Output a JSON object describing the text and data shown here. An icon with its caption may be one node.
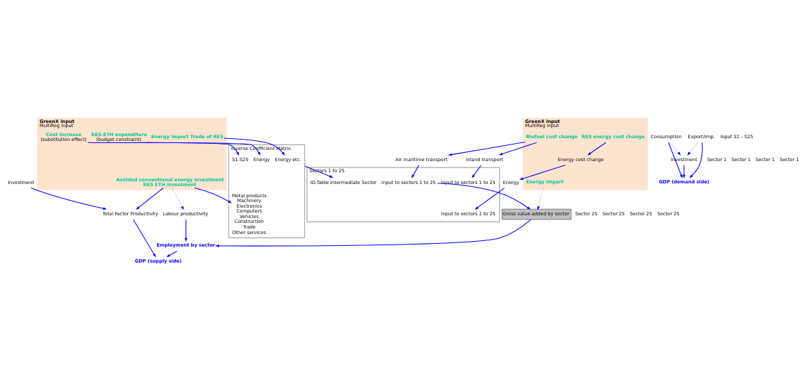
{
  "diagram": {
    "nodes": [
      {
        "text": [
          "GreenX input",
          "MultiReg input"
        ]
      },
      {
        "text": [
          "RES energy cost change"
        ],
        "in": 0
      },
      {
        "text": [
          "Energy cost change"
        ],
        "in": 0
      },
      {
        "text": [
          "Biofuel cost change"
        ],
        "in": 0
      },
      {
        "text": [
          "Energy import"
        ],
        "in": 0
      },
      {
        "text": [
          "Sectors 1 to 25"
        ]
      },
      {
        "text": [
          "IO-Table Intermediate Sector"
        ],
        "in": 5
      },
      {
        "text": [
          "Energy"
        ]
      },
      {
        "text": [
          "Inland transport"
        ]
      },
      {
        "text": [
          "Air maritime transport"
        ]
      },
      {
        "text": [
          "input to sectors 1 to 25"
        ],
        "in": 5
      },
      {
        "text": [
          "input to sectors 1 to 25"
        ],
        "in": 5
      },
      {
        "text": [
          "input to sectors 1 to 25"
        ],
        "in": 5
      },
      {
        "text": [
          "Gross value-added by sector"
        ]
      },
      {
        "text": [
          "Inverse Coefficient Matrix."
        ]
      },
      {
        "text": [
          "Energy etc."
        ],
        "in": 14
      },
      {
        "text": [
          "Energy"
        ],
        "in": 14
      },
      {
        "text": [
          "S1-S25"
        ],
        "in": 14
      },
      {
        "text": [
          "Metal products",
          "Machinery",
          "Electronics",
          "Computers",
          "Vehicles",
          "Construction",
          "Trade",
          "Other services"
        ],
        "in": 14
      },
      {
        "text": [
          "Consumption"
        ]
      },
      {
        "text": [
          "Investment"
        ]
      },
      {
        "text": [
          "Export/Imp."
        ]
      },
      {
        "text": [
          "GDP (demand side)"
        ]
      },
      {
        "text": [
          "GreenX input",
          "MultiReg input"
        ]
      },
      {
        "text": [
          "Energy import Trade of RES"
        ],
        "in": 23
      },
      {
        "text": [
          "RES-ETH expenditure",
          "(budget constraint)"
        ],
        "in": 23
      },
      {
        "text": [
          "Cost increase",
          "(substitution effect)"
        ],
        "in": 23
      },
      {
        "text": [
          "Avoided conventional energy investment",
          "RES ETH investment"
        ],
        "in": 23
      },
      {
        "text": [
          "Investment"
        ]
      },
      {
        "text": [
          "Total Factor Productivity"
        ]
      },
      {
        "text": [
          "Labour productivity"
        ]
      },
      {
        "text": [
          "Employment by sector"
        ]
      },
      {
        "text": [
          "GDP (supply side)"
        ]
      }
    ],
    "edges": [
      {
        "from": 1,
        "to": 2,
        "arrow": "to"
      },
      {
        "from": 2,
        "to": 7,
        "arrow": "to"
      },
      {
        "from": 3,
        "to": 8,
        "arrow": "to"
      },
      {
        "from": 3,
        "to": 9,
        "arrow": "to"
      },
      {
        "from": 7,
        "to": 10,
        "arrow": "to"
      },
      {
        "from": 8,
        "to": 11,
        "arrow": "to"
      },
      {
        "from": 9,
        "to": 12,
        "arrow": "to"
      },
      {
        "from": 12,
        "to": 13,
        "arrow": "to"
      },
      {
        "from": 4,
        "to": 13,
        "arrow": "to",
        "style": "dashed"
      },
      {
        "from": 13,
        "to": 31,
        "arrow": "to"
      },
      {
        "from": 14,
        "to": 6,
        "arrow": "to"
      },
      {
        "from": 19,
        "to": 20,
        "arrow": "to",
        "style": "dashed"
      },
      {
        "from": 21,
        "to": 20,
        "arrow": "to",
        "style": "dashed"
      },
      {
        "from": 19,
        "to": 22,
        "arrow": "to"
      },
      {
        "from": 20,
        "to": 22,
        "arrow": "to"
      },
      {
        "from": 21,
        "to": 22,
        "arrow": "to"
      },
      {
        "from": 24,
        "to": 15,
        "arrow": "to"
      },
      {
        "from": 25,
        "to": 16,
        "arrow": "to"
      },
      {
        "from": 26,
        "to": 17,
        "arrow": "to"
      },
      {
        "from": 27,
        "to": 18,
        "arrow": "to"
      },
      {
        "from": 27,
        "to": 29,
        "arrow": "to"
      },
      {
        "from": 28,
        "to": 29,
        "arrow": "to"
      },
      {
        "from": 29,
        "to": 32,
        "arrow": "to"
      },
      {
        "from": 30,
        "to": 31,
        "arrow": "to"
      },
      {
        "from": 31,
        "to": 32,
        "arrow": "to"
      },
      {
        "from": 27,
        "to": 30,
        "arrow": "to",
        "style": "dashed"
      }
    ],
    "labels": [
      "Input S1 - S25",
      "Sector 1",
      "Sector 1",
      "Sector 1",
      "Sector 1",
      "Sector 25",
      "Sector 25",
      "Sector 25",
      "Sector 25"
    ]
  }
}
